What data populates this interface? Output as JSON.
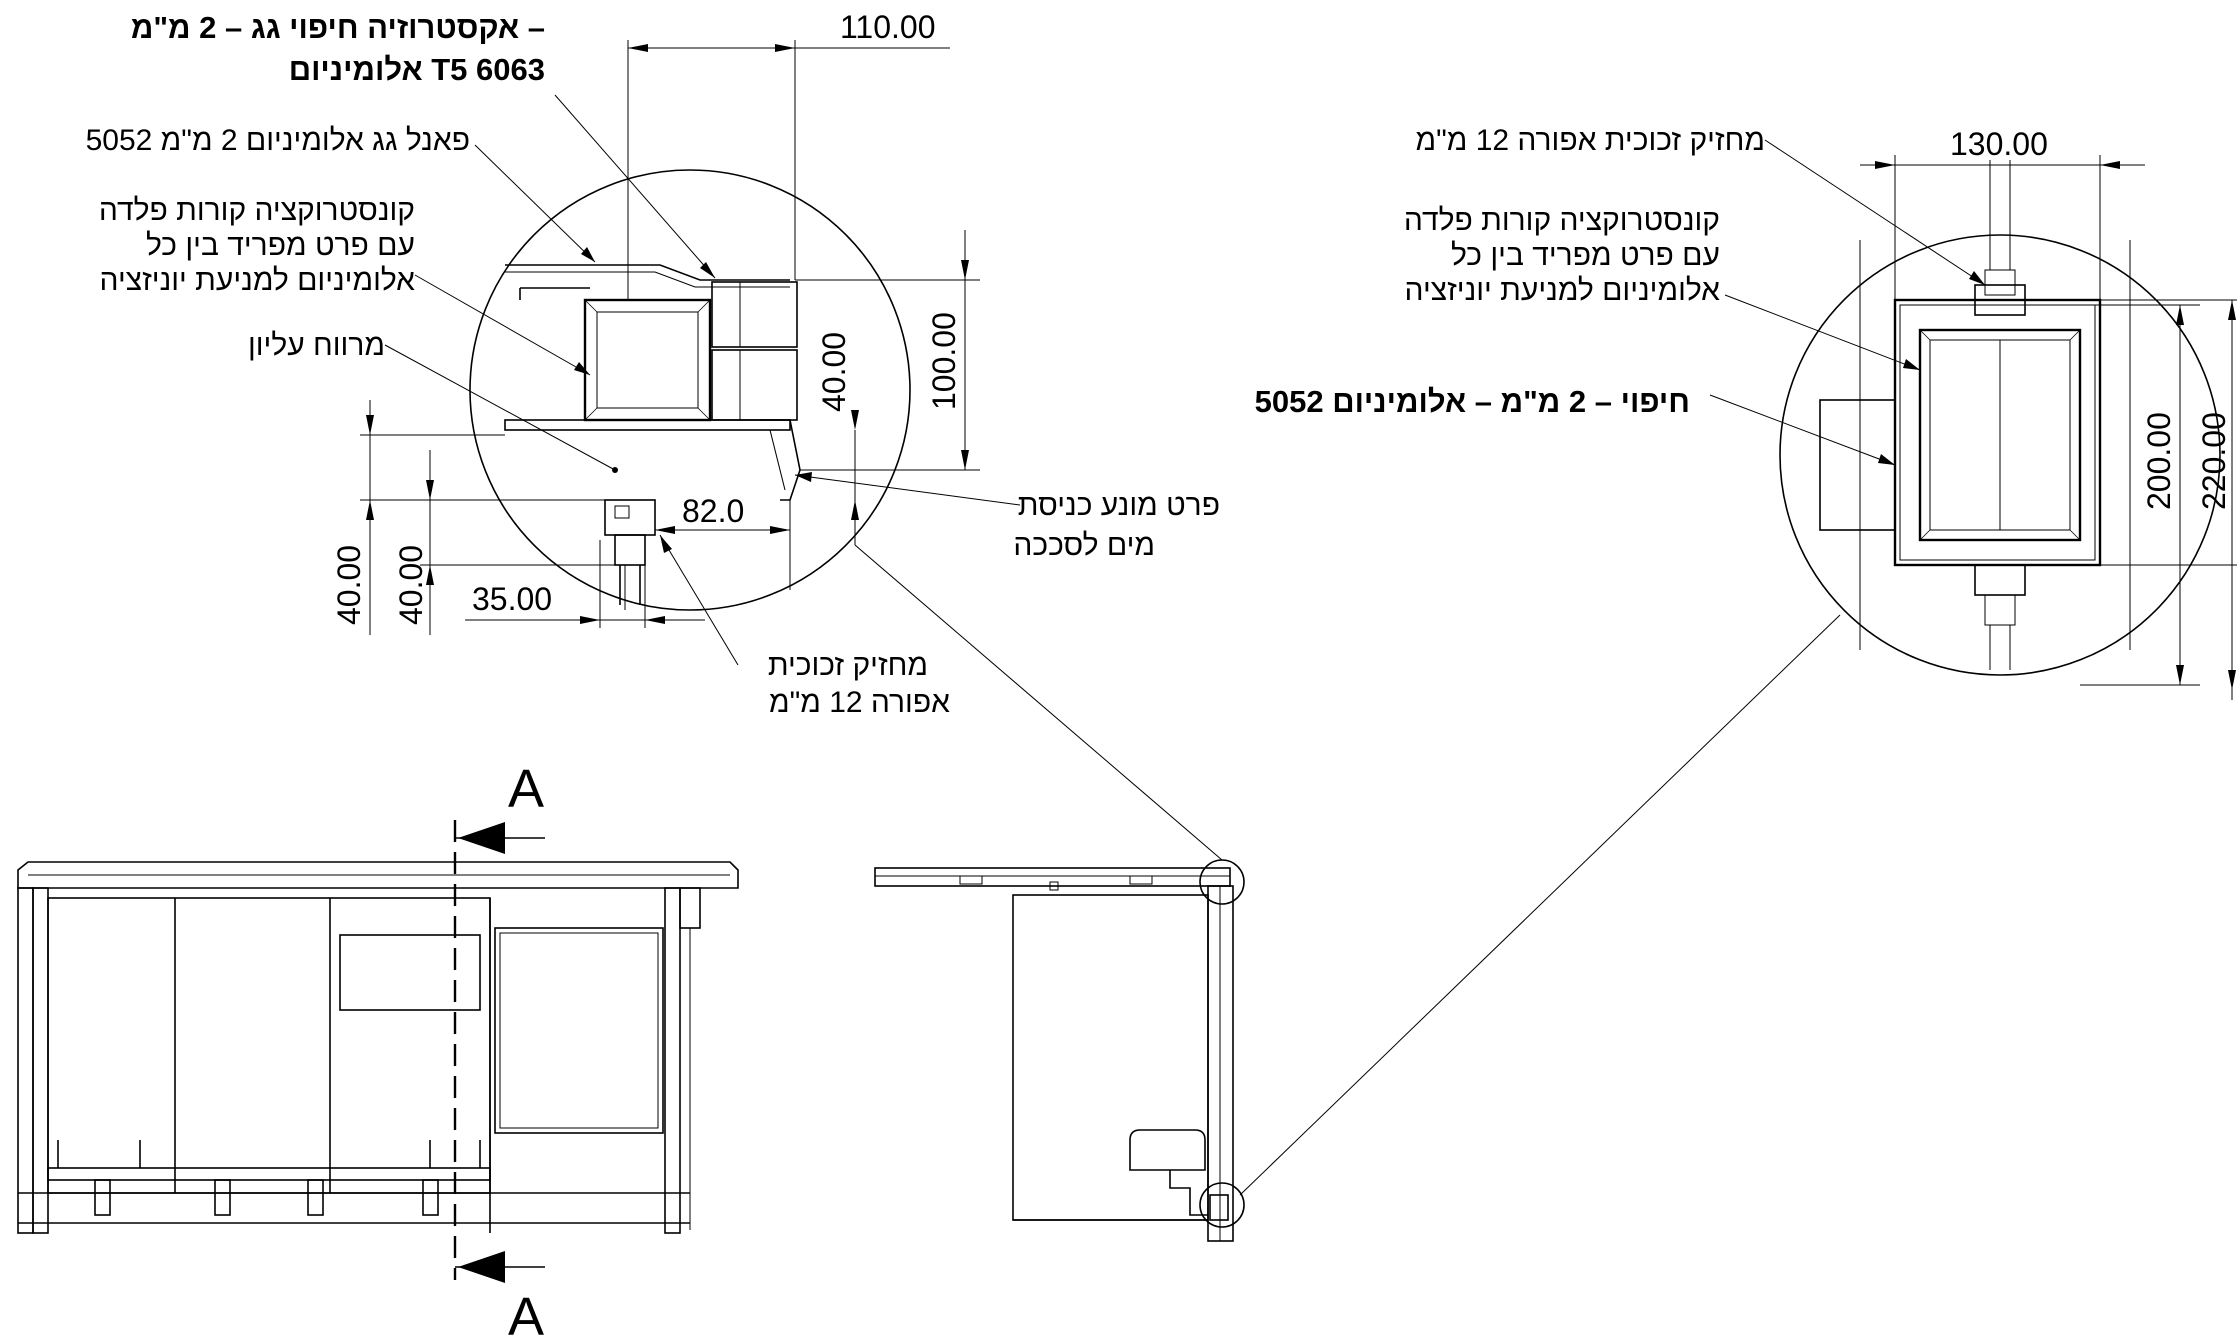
{
  "labels": {
    "roof_extrusion_1": "אקסטרוזיה חיפוי גג – 2 מ\"מ –",
    "roof_extrusion_2": "אלומיניום T5 6063",
    "roof_panel": "פאנל גג אלומיניום 2 מ\"מ 5052",
    "steel_left_1": "קונסטרוקציה קורות פלדה",
    "steel_left_2": "עם פרט מפריד בין כל",
    "steel_left_3": "אלומיניום למניעת יוניזציה",
    "top_gap": "מרווח עליון",
    "water_1": "פרט מונע כניסת",
    "water_2": "מים לסככה",
    "glass_left_1": "מחזיק זכוכית",
    "glass_left_2": "אפורה 12 מ\"מ",
    "glass_right": "מחזיק זכוכית אפורה 12 מ\"מ",
    "steel_right_1": "קונסטרוקציה קורות פלדה",
    "steel_right_2": "עם פרט מפריד בין כל",
    "steel_right_3": "אלומיניום למניעת יוניזציה",
    "cladding": "חיפוי – 2 מ\"מ – אלומיניום 5052"
  },
  "dimensions": {
    "d110": "110.00",
    "d100": "100.00",
    "d40a": "40.00",
    "d82": "82.0",
    "d35": "35.00",
    "d40b": "40.00",
    "d40c": "40.00",
    "d130": "130.00",
    "d200": "200.00",
    "d220": "220.00"
  },
  "section": {
    "top": "A",
    "bottom": "A"
  }
}
